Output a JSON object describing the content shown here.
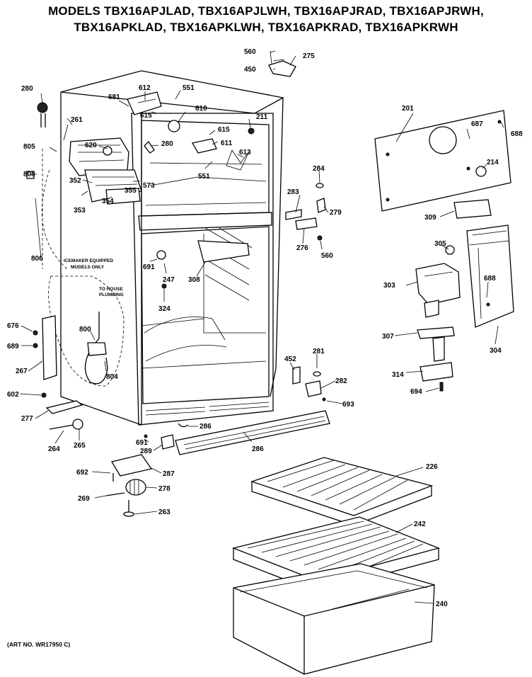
{
  "header": {
    "line1": "MODELS TBX16APJLAD, TBX16APJLWH, TBX16APJRAD, TBX16APJRWH,",
    "line2": "TBX16APKLAD, TBX16APKLWH, TBX16APKRAD, TBX16APKRWH"
  },
  "notes": {
    "icemaker_1": "ICEMAKER EQUIPPED",
    "icemaker_2": "MODELS ONLY",
    "house_1": "TO HOUSE",
    "house_2": "PLUMBING"
  },
  "footer": {
    "art_no": "(ART NO. WR17950 C)"
  },
  "parts": [
    {
      "id": "p560a",
      "text": "560"
    },
    {
      "id": "p275",
      "text": "275"
    },
    {
      "id": "p450",
      "text": "450"
    },
    {
      "id": "p280a",
      "text": "280"
    },
    {
      "id": "p681",
      "text": "681"
    },
    {
      "id": "p612",
      "text": "612"
    },
    {
      "id": "p551a",
      "text": "551"
    },
    {
      "id": "p615a",
      "text": "615"
    },
    {
      "id": "p610",
      "text": "610"
    },
    {
      "id": "p261",
      "text": "261"
    },
    {
      "id": "p211",
      "text": "211"
    },
    {
      "id": "p615b",
      "text": "615"
    },
    {
      "id": "p620",
      "text": "620"
    },
    {
      "id": "p280b",
      "text": "280"
    },
    {
      "id": "p611",
      "text": "611"
    },
    {
      "id": "p805",
      "text": "805"
    },
    {
      "id": "p613",
      "text": "613"
    },
    {
      "id": "p551b",
      "text": "551"
    },
    {
      "id": "p808",
      "text": "808"
    },
    {
      "id": "p352",
      "text": "352"
    },
    {
      "id": "p355",
      "text": "355"
    },
    {
      "id": "p573",
      "text": "573"
    },
    {
      "id": "p353",
      "text": "353"
    },
    {
      "id": "p354",
      "text": "354"
    },
    {
      "id": "p201",
      "text": "201"
    },
    {
      "id": "p687",
      "text": "687"
    },
    {
      "id": "p688a",
      "text": "688"
    },
    {
      "id": "p214",
      "text": "214"
    },
    {
      "id": "p284",
      "text": "284"
    },
    {
      "id": "p283",
      "text": "283"
    },
    {
      "id": "p279",
      "text": "279"
    },
    {
      "id": "p276",
      "text": "276"
    },
    {
      "id": "p560b",
      "text": "560"
    },
    {
      "id": "p309",
      "text": "309"
    },
    {
      "id": "p806",
      "text": "806"
    },
    {
      "id": "p691a",
      "text": "691"
    },
    {
      "id": "p247",
      "text": "247"
    },
    {
      "id": "p308",
      "text": "308"
    },
    {
      "id": "p324",
      "text": "324"
    },
    {
      "id": "p305",
      "text": "305"
    },
    {
      "id": "p303",
      "text": "303"
    },
    {
      "id": "p688b",
      "text": "688"
    },
    {
      "id": "p676",
      "text": "676"
    },
    {
      "id": "p689",
      "text": "689"
    },
    {
      "id": "p800",
      "text": "800"
    },
    {
      "id": "p267",
      "text": "267"
    },
    {
      "id": "p804",
      "text": "804"
    },
    {
      "id": "p307",
      "text": "307"
    },
    {
      "id": "p304",
      "text": "304"
    },
    {
      "id": "p452",
      "text": "452"
    },
    {
      "id": "p281",
      "text": "281"
    },
    {
      "id": "p282",
      "text": "282"
    },
    {
      "id": "p314",
      "text": "314"
    },
    {
      "id": "p694",
      "text": "694"
    },
    {
      "id": "p602",
      "text": "602"
    },
    {
      "id": "p693",
      "text": "693"
    },
    {
      "id": "p277",
      "text": "277"
    },
    {
      "id": "p286a",
      "text": "286"
    },
    {
      "id": "p264",
      "text": "264"
    },
    {
      "id": "p265",
      "text": "265"
    },
    {
      "id": "p691b",
      "text": "691"
    },
    {
      "id": "p289",
      "text": "289"
    },
    {
      "id": "p286b",
      "text": "286"
    },
    {
      "id": "p692",
      "text": "692"
    },
    {
      "id": "p287",
      "text": "287"
    },
    {
      "id": "p226",
      "text": "226"
    },
    {
      "id": "p269",
      "text": "269"
    },
    {
      "id": "p278",
      "text": "278"
    },
    {
      "id": "p263",
      "text": "263"
    },
    {
      "id": "p242",
      "text": "242"
    },
    {
      "id": "p240",
      "text": "240"
    }
  ]
}
